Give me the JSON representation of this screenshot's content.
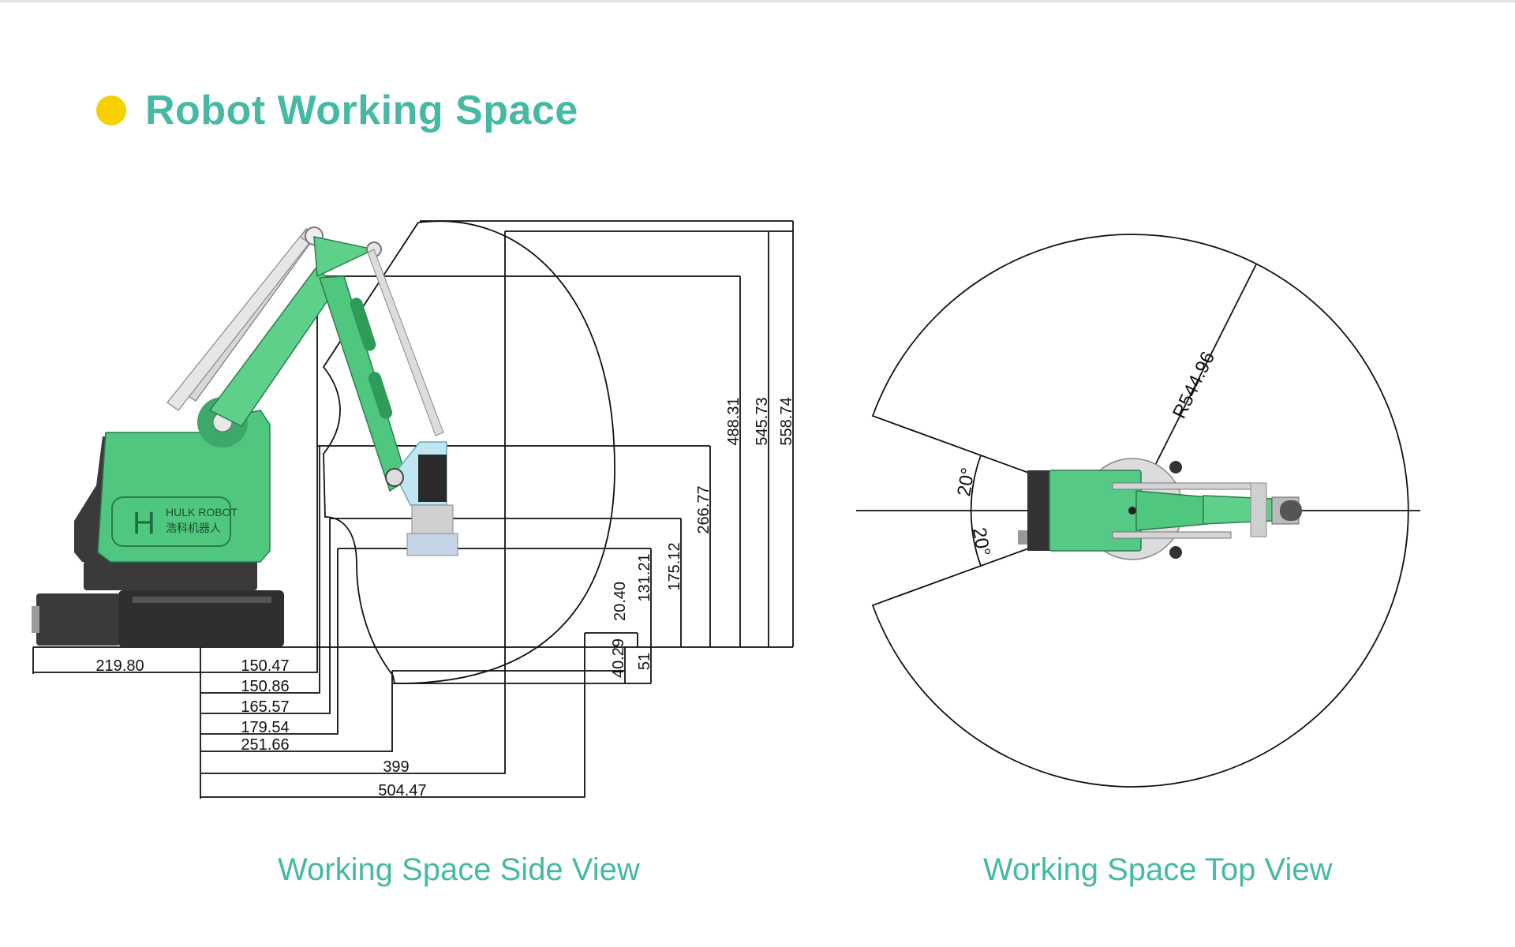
{
  "page": {
    "title": "Robot Working Space",
    "title_color": "#45b9a4",
    "bullet_color": "#f7d000",
    "caption_color": "#45b9a4"
  },
  "side_view": {
    "caption": "Working Space Side View",
    "brand_letter": "H",
    "brand_name": "HULK ROBOT",
    "brand_cn": "浩科机器人",
    "body_color": "#4fc77e",
    "dark_color": "#3a3a3a",
    "horizontal_dimensions": [
      "219.80",
      "150.47",
      "150.86",
      "165.57",
      "179.54",
      "251.66",
      "399",
      "504.47"
    ],
    "vertical_dimensions": [
      "40.29",
      "20.40",
      "51",
      "131.21",
      "175.12",
      "266.77",
      "488.31",
      "545.73",
      "558.74"
    ]
  },
  "top_view": {
    "caption": "Working Space Top View",
    "radius_label": "R544.96",
    "angle_upper": "20°",
    "angle_lower": "20°"
  }
}
